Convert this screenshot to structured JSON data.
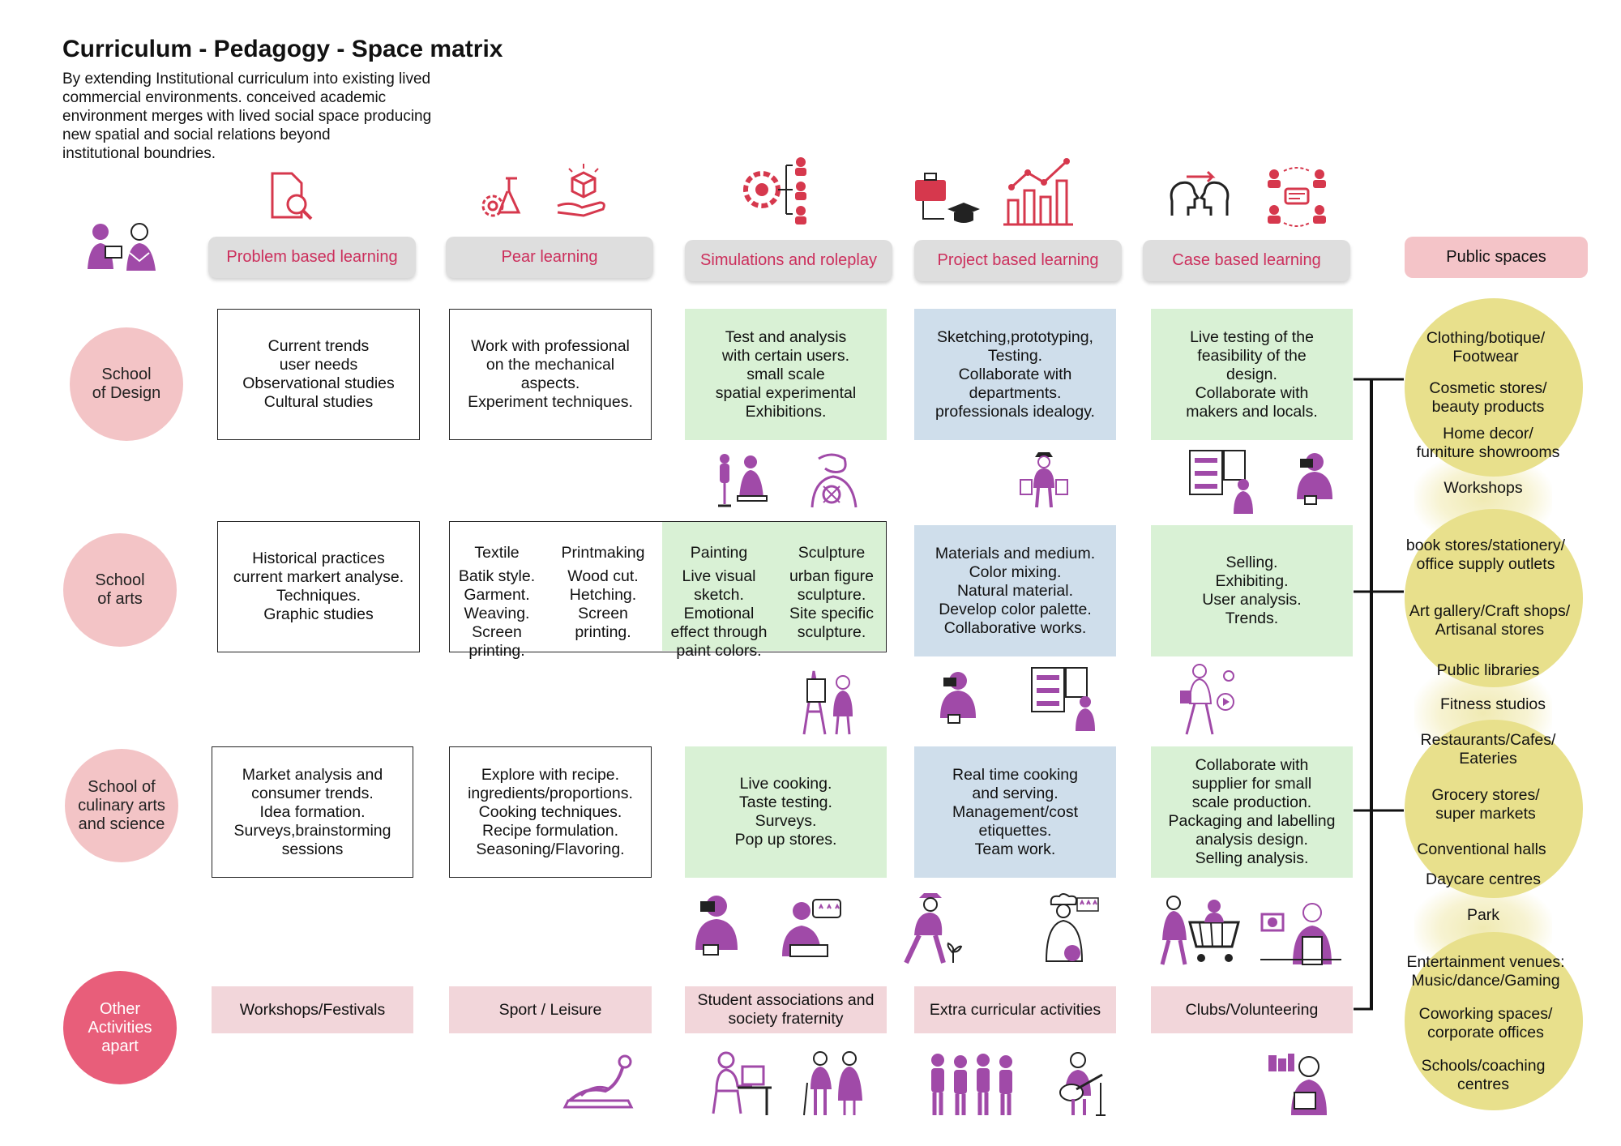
{
  "title": "Curriculum - Pedagogy - Space matrix",
  "subtitle": "By extending Institutional curriculum into existing lived\ncommercial environments. conceived academic\nenvironment merges with lived social space producing\nnew spatial and social relations beyond\ninstitutional boundries.",
  "columns": [
    "Problem based learning",
    "Pear learning",
    "Simulations and roleplay",
    "Project based learning",
    "Case based learning",
    "Public spaces"
  ],
  "rows": [
    "School\nof Design",
    "School\nof arts",
    "School of\nculinary arts\nand science",
    "Other\nActivities\napart"
  ],
  "design": {
    "pbl": "Current trends\nuser needs\nObservational studies\nCultural studies",
    "peer": "Work with professional\non the mechanical\naspects.\nExperiment techniques.",
    "sim": "Test and analysis\nwith certain users.\nsmall scale\nspatial experimental\nExhibitions.",
    "proj": "Sketching,prototyping,\nTesting.\nCollaborate with\ndepartments.\nprofessionals idealogy.",
    "case": "Live testing of the\nfeasibility of the\ndesign.\nCollaborate with\nmakers and locals."
  },
  "arts": {
    "pbl": "Historical practices\ncurrent markert analyse.\nTechniques.\nGraphic studies",
    "sub": [
      {
        "head": "Textile",
        "body": "Batik style.\nGarment.\nWeaving.\nScreen\nprinting."
      },
      {
        "head": "Printmaking",
        "body": "Wood cut.\nHetching.\nScreen\nprinting."
      },
      {
        "head": "Painting",
        "body": "Live visual\nsketch.\nEmotional\neffect through\npaint colors."
      },
      {
        "head": "Sculpture",
        "body": "urban figure\nsculpture.\nSite specific\nsculpture."
      }
    ],
    "proj": "Materials and medium.\nColor mixing.\nNatural material.\nDevelop color palette.\nCollaborative works.",
    "case": "Selling.\nExhibiting.\nUser analysis.\nTrends."
  },
  "culinary": {
    "pbl": "Market analysis and\nconsumer trends.\nIdea formation.\nSurveys,brainstorming\nsessions",
    "peer": "Explore with recipe.\ningredients/proportions.\nCooking techniques.\nRecipe formulation.\nSeasoning/Flavoring.",
    "sim": "Live cooking.\nTaste testing.\nSurveys.\nPop up stores.",
    "proj": "Real time cooking\nand serving.\nManagement/cost\netiquettes.\nTeam work.",
    "case": "Collaborate with\nsupplier for small\nscale production.\nPackaging and labelling\nanalysis design.\nSelling analysis."
  },
  "other": [
    "Workshops/Festivals",
    "Sport / Leisure",
    "Student associations and\nsociety fraternity",
    "Extra curricular activities",
    "Clubs/Volunteering"
  ],
  "public_spaces": [
    "Clothing/botique/\nFootwear",
    "Cosmetic stores/\nbeauty products",
    "Home decor/\nfurniture showrooms",
    "Workshops",
    "book stores/stationery/\noffice supply outlets",
    "Art gallery/Craft shops/\nArtisanal stores",
    "Public libraries",
    "Fitness studios",
    "Restaurants/Cafes/\nEateries",
    "Grocery stores/\nsuper markets",
    "Conventional halls",
    "Daycare centres",
    "Park",
    "Entertainment venues:\nMusic/dance/Gaming",
    "Coworking spaces/\ncorporate offices",
    "Schools/coaching\ncentres"
  ],
  "colors": {
    "accent_red": "#cc2f5c",
    "row_circle": "#f3c4c6",
    "other_circle": "#e85e7a",
    "green_cell": "#d9f1d5",
    "blue_cell": "#cfdeeb",
    "pink_cell": "#f2d6da",
    "public_circle": "#e8e08c",
    "figure_purple": "#a04aa8"
  },
  "icons": {
    "column_icons": [
      "document-search-icon",
      "flask-gear-icon",
      "hand-cube-icon",
      "gear-people-icon",
      "briefcase-graduation-icon",
      "bar-chart-icon",
      "heads-exchange-icon",
      "group-discussion-icon"
    ],
    "figure_icons": [
      "people-discussion-figure",
      "tailor-figure",
      "knitting-figure",
      "shopper-figure",
      "shop-display-figure",
      "photographer-figure",
      "painter-figure",
      "shopping-figure",
      "chef-figure",
      "gardener-figure",
      "shopping-cart-figure",
      "reclining-figure",
      "desk-worker-figure",
      "couple-figure",
      "group-figure",
      "guitarist-figure",
      "reader-figure"
    ]
  }
}
